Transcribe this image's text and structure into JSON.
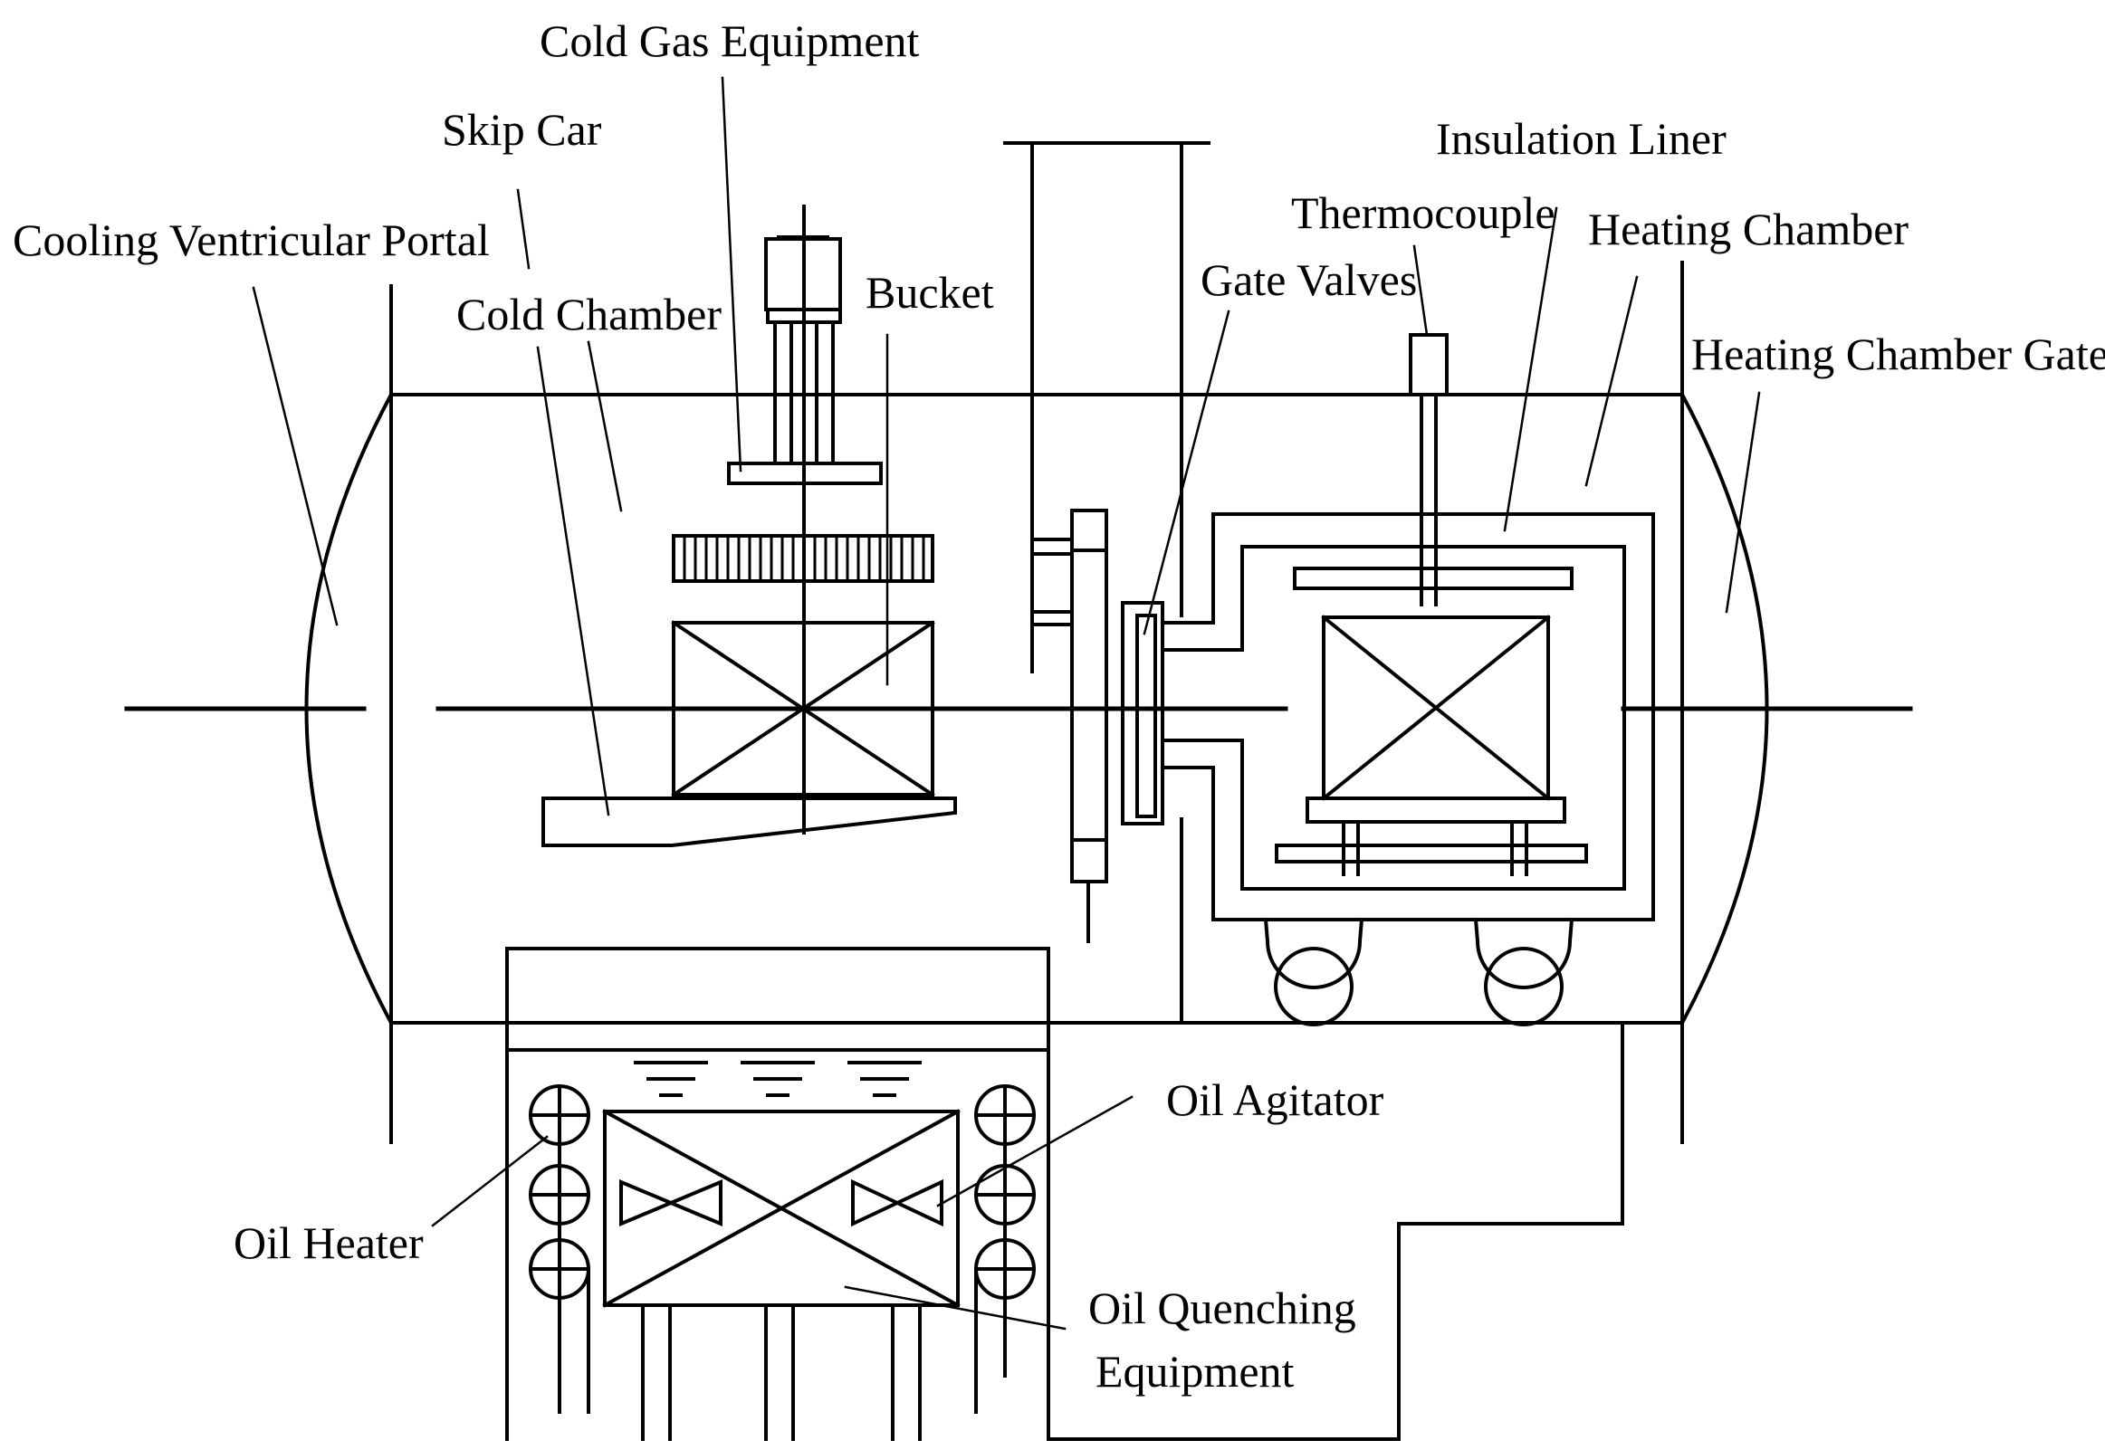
{
  "diagram": {
    "labels": {
      "cold_gas_equipment": "Cold Gas Equipment",
      "skip_car": "Skip Car",
      "cooling_ventricular_portal": "Cooling Ventricular Portal",
      "cold_chamber": "Cold Chamber",
      "bucket": "Bucket",
      "insulation_liner": "Insulation Liner",
      "thermocouple": "Thermocouple",
      "heating_chamber": "Heating Chamber",
      "gate_valves": "Gate Valves",
      "heating_chamber_gate": "Heating Chamber Gate",
      "oil_agitator": "Oil Agitator",
      "oil_heater": "Oil Heater",
      "oil_quenching_line1": "Oil Quenching",
      "oil_quenching_line2": "Equipment"
    },
    "colors": {
      "line": "#000000",
      "background": "#ffffff"
    }
  }
}
